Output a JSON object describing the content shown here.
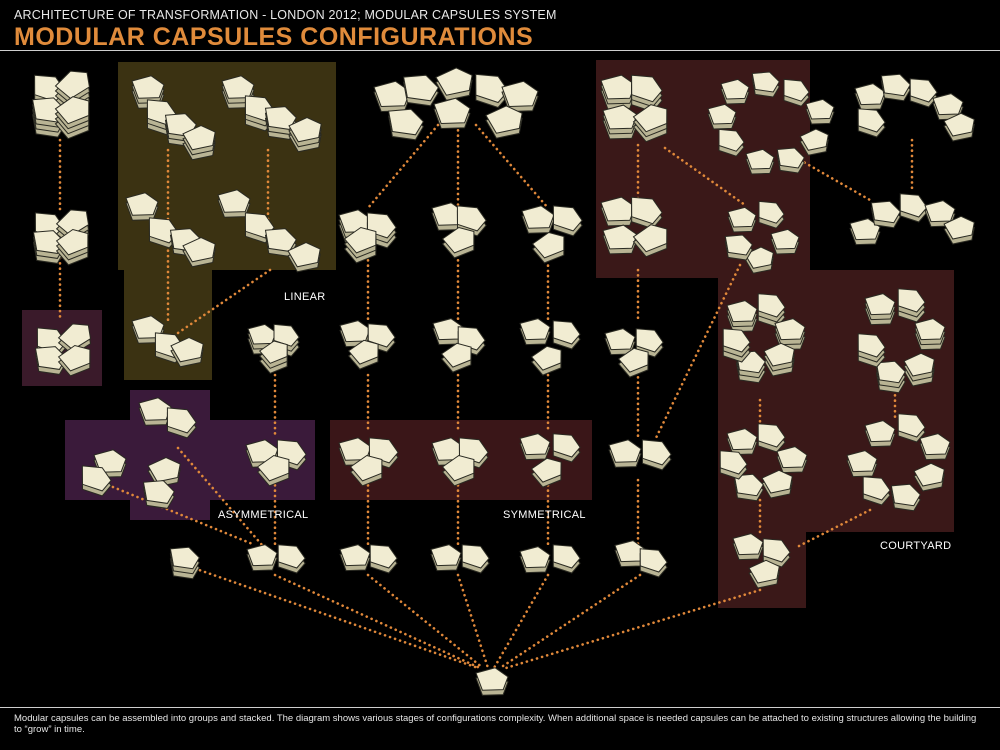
{
  "header": {
    "subtitle": "ARCHITECTURE OF TRANSFORMATION - LONDON 2012; MODULAR CAPSULES SYSTEM",
    "title": "MODULAR CAPSULES CONFIGURATIONS"
  },
  "regions": {
    "linear": "LINEAR",
    "asymmetrical": "ASYMMETRICAL",
    "symmetrical": "SYMMETRICAL",
    "courtyard": "COURTYARD"
  },
  "footer": {
    "text": "Modular capsules can be assembled into groups and stacked. The diagram shows various stages of configurations complexity. When additional space is needed capsules can be attached to existing structures allowing the building to “grow” in time."
  },
  "colors": {
    "background": "#000000",
    "accent": "#e08b3b",
    "dots": "#e0883a",
    "capsule_top": "#f1ecd2",
    "capsule_side": "#b9b494",
    "capsule_edge": "#2a2a22",
    "linear_bg": "#3b3212",
    "asym_bg": "#3a1a3a",
    "sym_bg": "#3a1618",
    "courtyard_bg": "#3a1818",
    "stack_bg": "#3a1a2a"
  }
}
